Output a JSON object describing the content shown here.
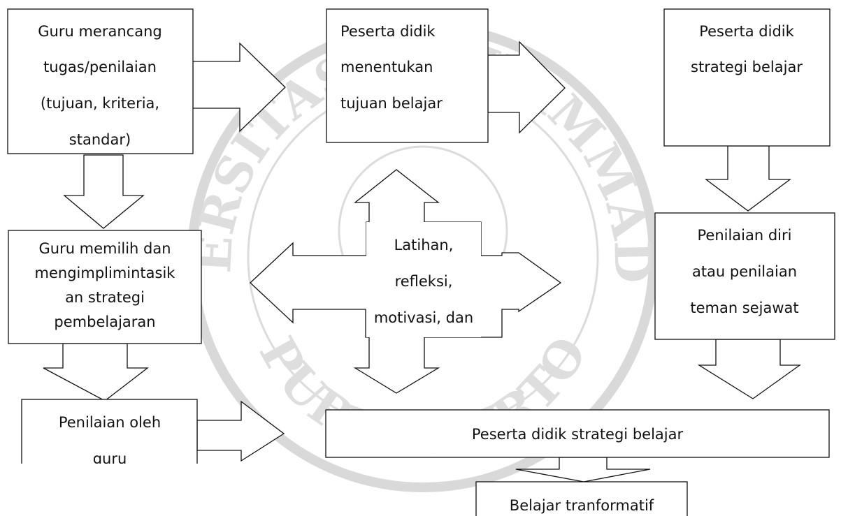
{
  "watermark": {
    "top_text": "UNIVERSITAS MUHAMMADIYAH",
    "bottom_text": "PURWOKERTO"
  },
  "nodes": {
    "guru_merancang": [
      "Guru merancang",
      "tugas/penilaian",
      "(tujuan, kriteria,",
      "standar)"
    ],
    "menentukan_tujuan": [
      "Peserta didik",
      "menentukan",
      "tujuan belajar"
    ],
    "strategi_top": [
      "Peserta didik",
      "strategi belajar"
    ],
    "guru_memilih": [
      "Guru memilih dan",
      "mengimplimintasik",
      "an strategi",
      "pembelajaran"
    ],
    "latihan": [
      "Latihan,",
      "refleksi,",
      "motivasi, dan"
    ],
    "penilaian_diri": [
      "Penilaian diri",
      "atau penilaian",
      "teman sejawat"
    ],
    "penilaian_guru": [
      "Penilaian oleh",
      "guru"
    ],
    "strategi_bottom": [
      "Peserta didik strategi belajar"
    ],
    "transformatif": [
      "Belajar tranformatif"
    ]
  },
  "colors": {
    "stroke": "#111111",
    "fill": "#ffffff",
    "watermark": "#d9d9d9"
  }
}
